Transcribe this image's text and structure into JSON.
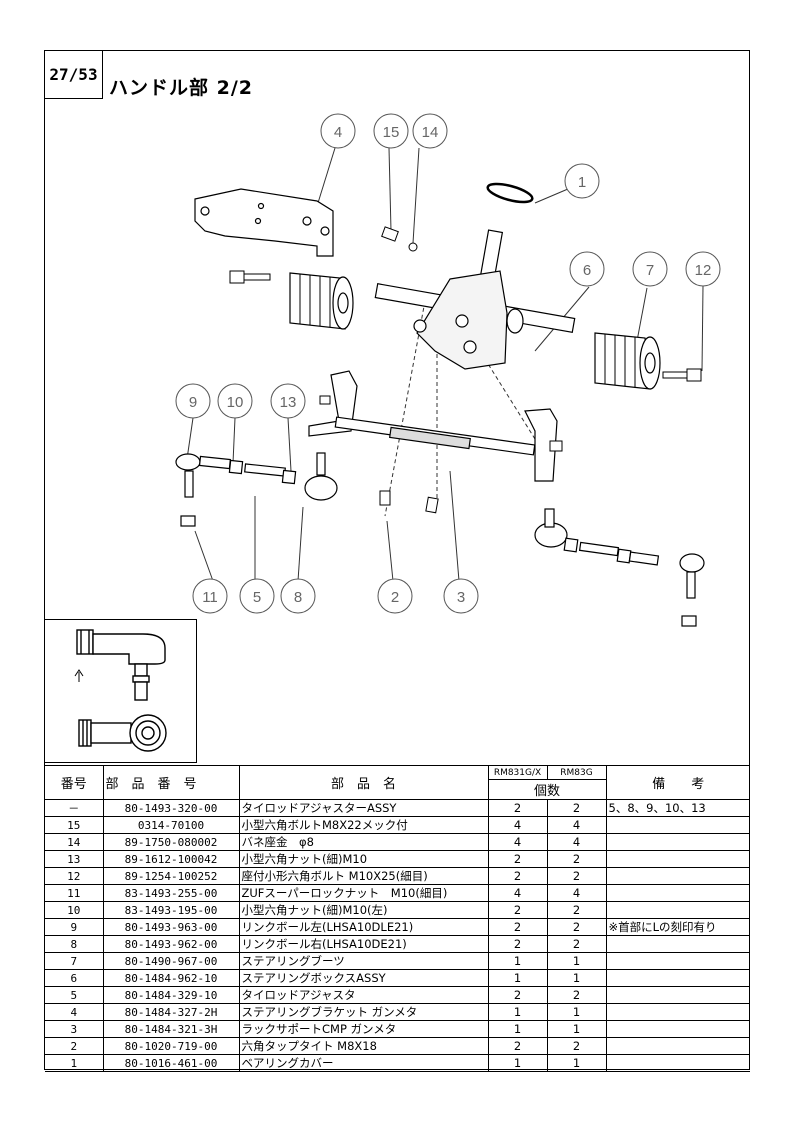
{
  "page": {
    "number": "27/53",
    "title": "ハンドル部  2/2"
  },
  "callouts": [
    "4",
    "15",
    "14",
    "1",
    "6",
    "7",
    "12",
    "9",
    "10",
    "13",
    "11",
    "5",
    "8",
    "2",
    "3"
  ],
  "table": {
    "headers": {
      "no": "番号",
      "part_no": "部　品　番　号",
      "name": "部　品　名",
      "model_a": "RM831G/X",
      "model_b": "RM83G",
      "qty": "個数",
      "remarks": "備　　考"
    },
    "rows": [
      {
        "no": "－",
        "part_no": "80-1493-320-00",
        "name": "タイロッドアジャスターASSY",
        "qa": "2",
        "qb": "2",
        "note": "5、8、9、10、13"
      },
      {
        "no": "15",
        "part_no": "0314-70100",
        "name": "小型六角ボルトM8X22メック付",
        "qa": "4",
        "qb": "4",
        "note": ""
      },
      {
        "no": "14",
        "part_no": "89-1750-080002",
        "name": "バネ座金　φ8",
        "qa": "4",
        "qb": "4",
        "note": ""
      },
      {
        "no": "13",
        "part_no": "89-1612-100042",
        "name": "小型六角ナット(細)M10",
        "qa": "2",
        "qb": "2",
        "note": ""
      },
      {
        "no": "12",
        "part_no": "89-1254-100252",
        "name": "座付小形六角ボルト M10X25(細目)",
        "qa": "2",
        "qb": "2",
        "note": ""
      },
      {
        "no": "11",
        "part_no": "83-1493-255-00",
        "name": "ZUFスーパーロックナット　M10(細目)",
        "qa": "4",
        "qb": "4",
        "note": ""
      },
      {
        "no": "10",
        "part_no": "83-1493-195-00",
        "name": "小型六角ナット(細)M10(左)",
        "qa": "2",
        "qb": "2",
        "note": ""
      },
      {
        "no": "9",
        "part_no": "80-1493-963-00",
        "name": "リンクボール左(LHSA10DLE21)",
        "qa": "2",
        "qb": "2",
        "note": "※首部にLの刻印有り"
      },
      {
        "no": "8",
        "part_no": "80-1493-962-00",
        "name": "リンクボール右(LHSA10DE21)",
        "qa": "2",
        "qb": "2",
        "note": ""
      },
      {
        "no": "7",
        "part_no": "80-1490-967-00",
        "name": "ステアリングブーツ",
        "qa": "1",
        "qb": "1",
        "note": ""
      },
      {
        "no": "6",
        "part_no": "80-1484-962-10",
        "name": "ステアリングボックスASSY",
        "qa": "1",
        "qb": "1",
        "note": ""
      },
      {
        "no": "5",
        "part_no": "80-1484-329-10",
        "name": "タイロッドアジャスタ",
        "qa": "2",
        "qb": "2",
        "note": ""
      },
      {
        "no": "4",
        "part_no": "80-1484-327-2H",
        "name": "ステアリングブラケット ガンメタ",
        "qa": "1",
        "qb": "1",
        "note": ""
      },
      {
        "no": "3",
        "part_no": "80-1484-321-3H",
        "name": "ラックサポートCMP ガンメタ",
        "qa": "1",
        "qb": "1",
        "note": ""
      },
      {
        "no": "2",
        "part_no": "80-1020-719-00",
        "name": "六角タップタイト M8X18",
        "qa": "2",
        "qb": "2",
        "note": ""
      },
      {
        "no": "1",
        "part_no": "80-1016-461-00",
        "name": "ベアリングカバー",
        "qa": "1",
        "qb": "1",
        "note": ""
      }
    ]
  }
}
